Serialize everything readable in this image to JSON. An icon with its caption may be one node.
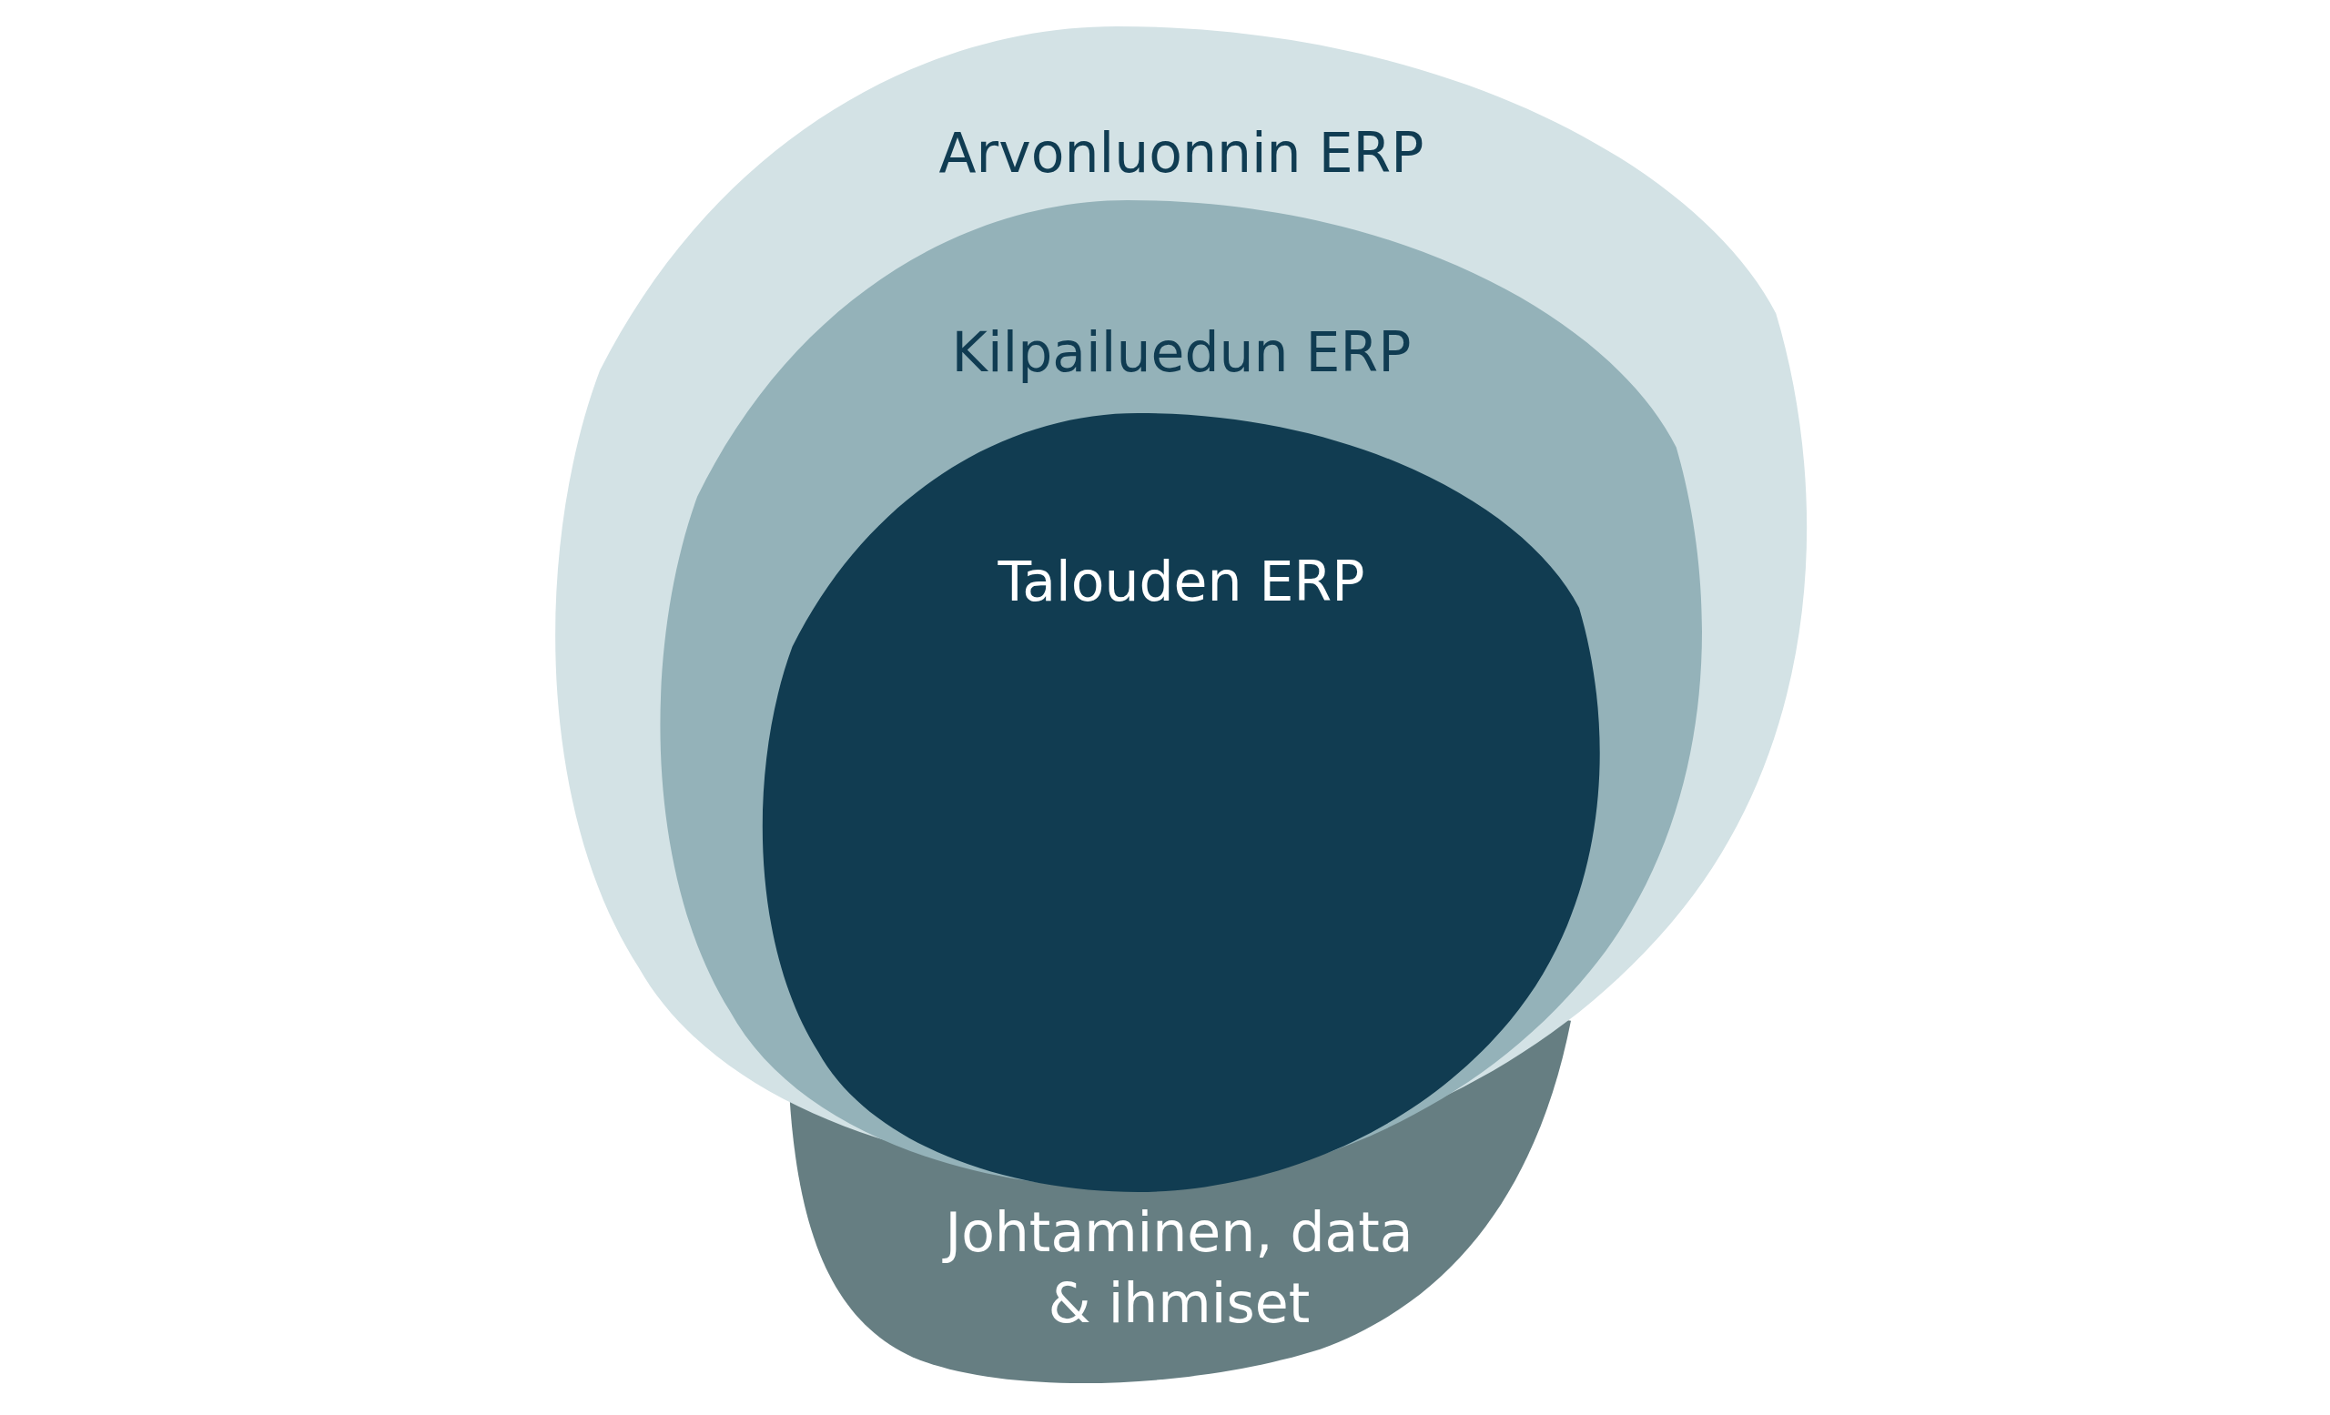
{
  "diagram": {
    "nodes": [
      {
        "text": [
          "Arvonluonnin ERP"
        ]
      },
      {
        "text": [
          "Kilpailuedun ERP"
        ],
        "in": 0
      },
      {
        "text": [
          "Talouden ERP"
        ],
        "in": 1
      },
      {
        "text": [
          "Johtaminen, data & ihmiset"
        ]
      }
    ]
  }
}
